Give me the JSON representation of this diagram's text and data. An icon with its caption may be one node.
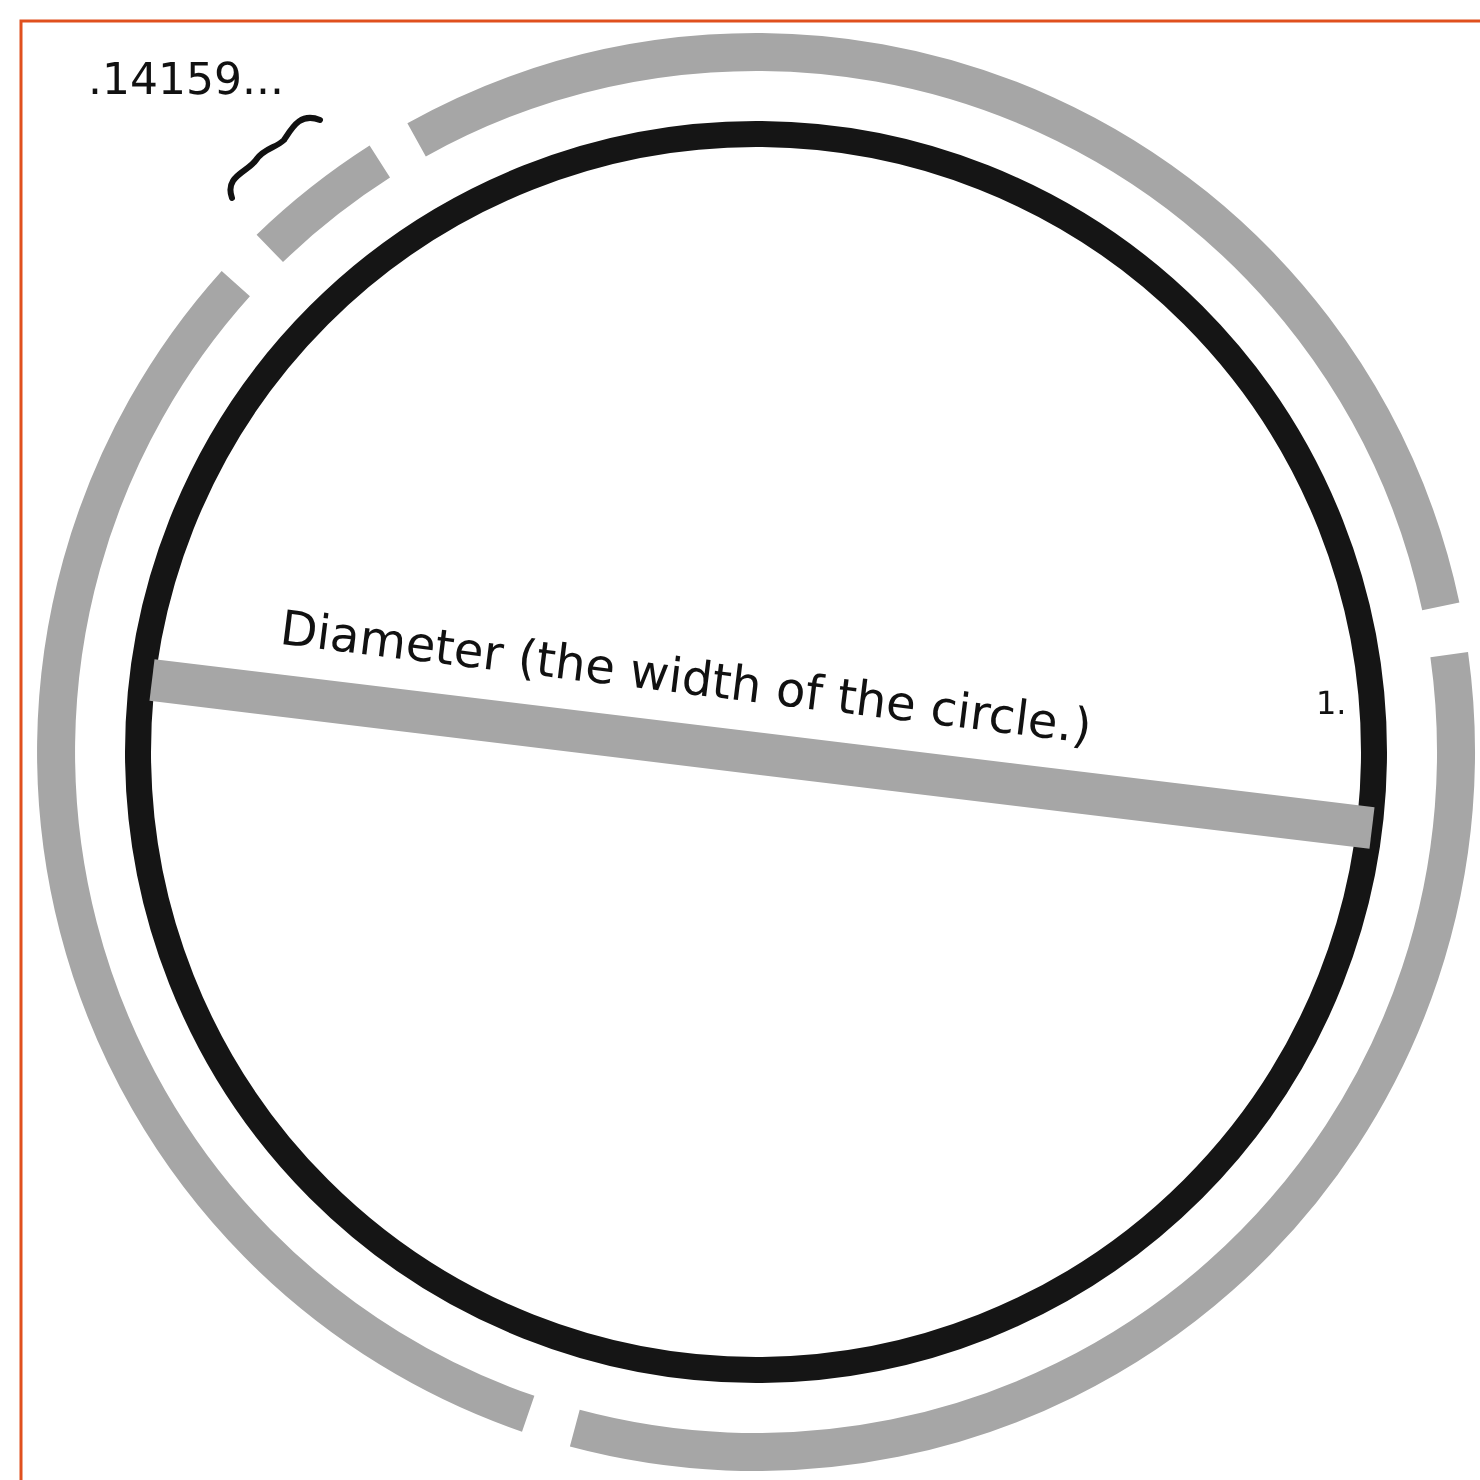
{
  "diagram": {
    "labels": [
      ".14159...",
      "Diameter (the width of the circle.)",
      "1."
    ]
  }
}
